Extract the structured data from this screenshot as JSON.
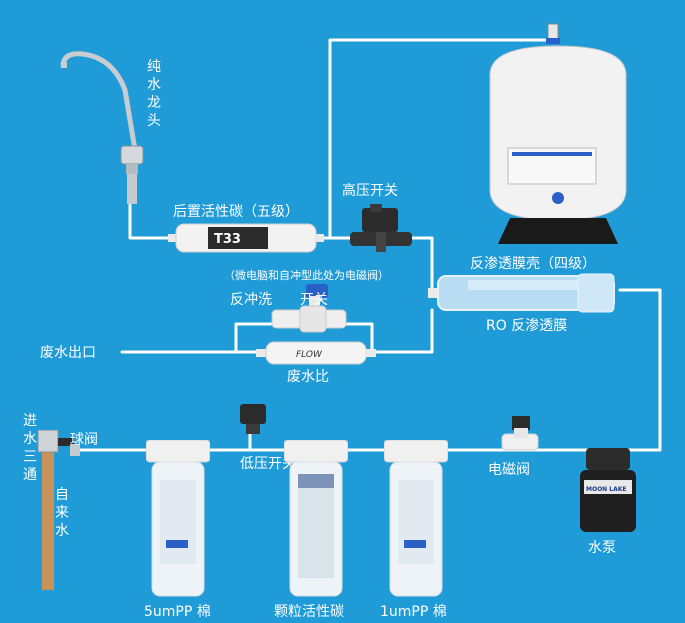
{
  "labels": {
    "faucet": "纯水龙头",
    "post_filter": "后置活性碳（五级）",
    "high_pressure_switch": "高压开关",
    "solenoid_note": "（微电脑和自冲型此处为电磁阀）",
    "flush_switch": "反冲洗　　开关",
    "waste_outlet": "废水出口",
    "waste_ratio": "废水比",
    "membrane_housing": "反渗透膜壳（四级）",
    "ro_membrane": "RO 反渗透膜",
    "inlet_tee": "进水三通",
    "ball_valve": "球阀",
    "tap_water": "自来水",
    "low_pressure_switch": "低压开关",
    "solenoid_valve": "电磁阀",
    "pump": "水泵",
    "filter1": "5umPP 棉",
    "filter2": "颗粒活性碳",
    "filter3": "1umPP 棉"
  },
  "component_marks": {
    "post_filter_code": "T33",
    "flow_restrictor": "FLOW",
    "pump_brand": "MOON LAKE"
  },
  "colors": {
    "background": "#1f9bd8",
    "pipe": "#ffffff",
    "tank": "#f2f2f2",
    "tank_base": "#1a1a1a",
    "membrane": "#b8dcf2",
    "tap_pipe": "#c8925a",
    "blue_handle": "#2a5fc8"
  },
  "icons": [
    "faucet-icon",
    "pressure-tank-icon",
    "post-filter-icon",
    "high-pressure-switch-icon",
    "flush-valve-icon",
    "flow-restrictor-icon",
    "membrane-housing-icon",
    "inlet-tee-icon",
    "low-pressure-switch-icon",
    "solenoid-valve-icon",
    "pump-icon",
    "filter-housing-icon"
  ]
}
